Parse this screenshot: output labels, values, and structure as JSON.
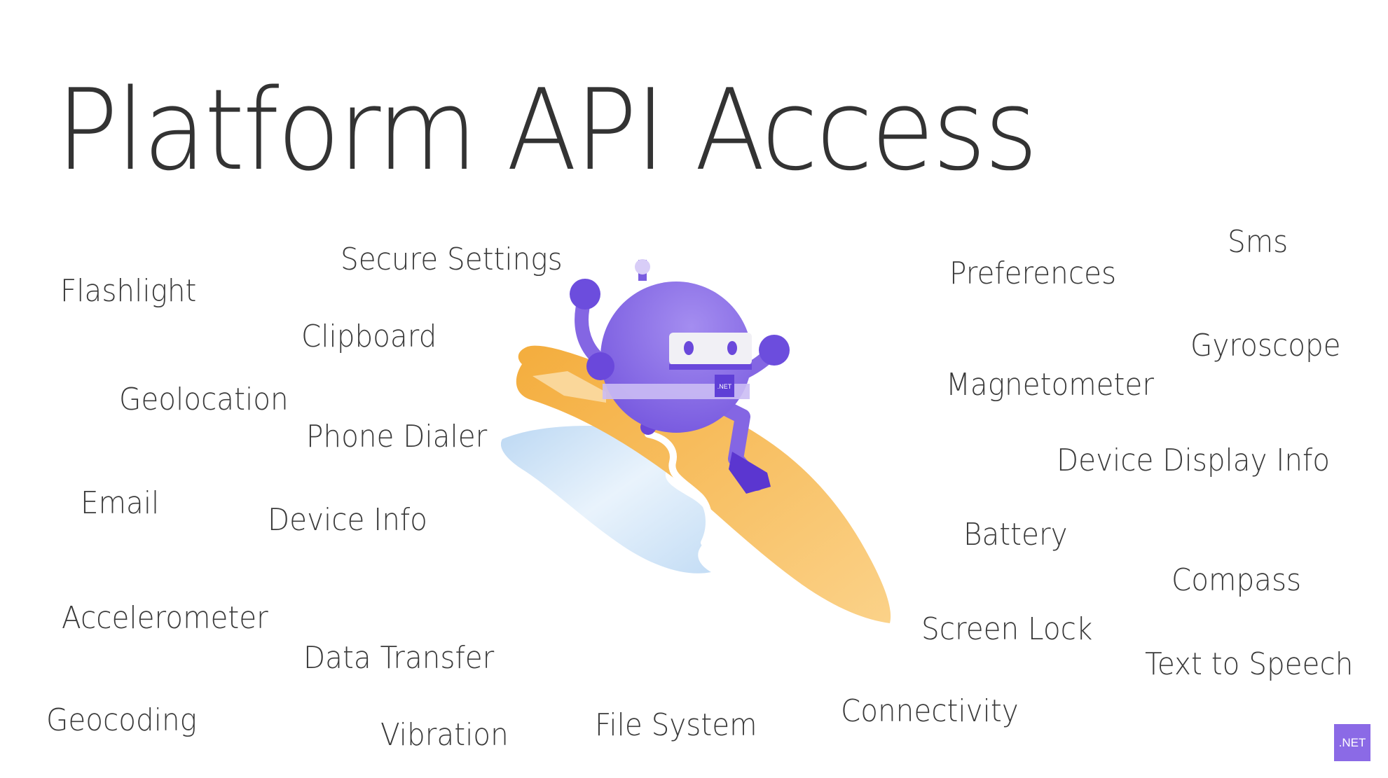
{
  "slide": {
    "title": "Platform API Access",
    "apis": [
      "Flashlight",
      "Secure Settings",
      "Clipboard",
      "Geolocation",
      "Phone Dialer",
      "Email",
      "Device Info",
      "Accelerometer",
      "Data Transfer",
      "Geocoding",
      "Vibration",
      "File System",
      "Connectivity",
      "Preferences",
      "Sms",
      "Gyroscope",
      "Magnetometer",
      "Device Display Info",
      "Battery",
      "Compass",
      "Screen Lock",
      "Text to Speech"
    ],
    "mascot_badge": ".NET",
    "corner_logo": ".NET"
  },
  "colors": {
    "mascot_purple": "#8b6ae6",
    "board_orange": "#f5b041",
    "wave_blue": "#cfe3f7",
    "text": "#3a3a3a"
  }
}
